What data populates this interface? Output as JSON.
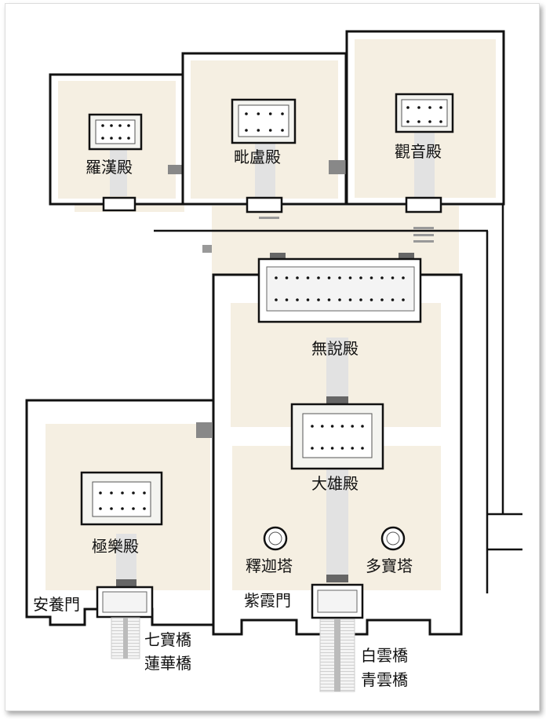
{
  "labels": {
    "luohan": "羅漢殿",
    "birojana": "毗盧殿",
    "gwaneum": "觀音殿",
    "museol": "無說殿",
    "daeung": "大雄殿",
    "geungnak": "極樂殿",
    "seokga_tower": "釋迦塔",
    "dabo_tower": "多寶塔",
    "anyang_gate": "安養門",
    "jaha_gate": "紫霞門",
    "chilbo_bridge": "七寶橋",
    "yeonhwa_bridge": "蓮華橋",
    "baegun_bridge": "白雲橋",
    "cheongun_bridge": "青雲橋"
  },
  "colors": {
    "courtyard": "#f5efe2",
    "wall": "#111111",
    "building": "#f2f0ea",
    "path": "#dcdcdc",
    "marker": "#666666"
  }
}
